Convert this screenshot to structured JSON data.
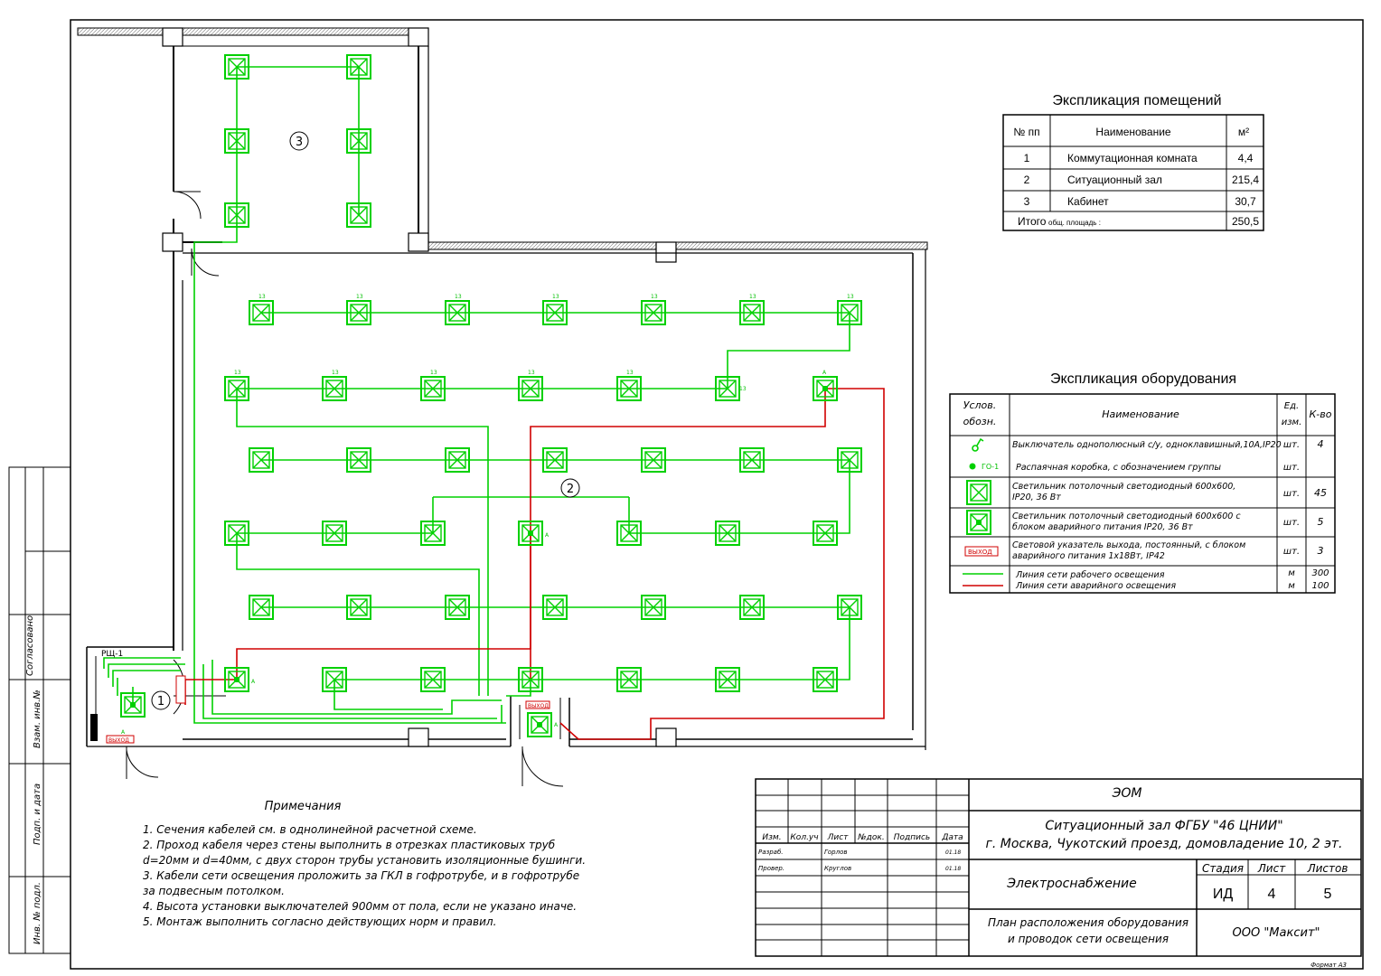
{
  "rooms_table": {
    "title": "Экспликация помещений",
    "headers": [
      "№ пп",
      "Наименование",
      "м²"
    ],
    "rows": [
      {
        "num": "1",
        "name": "Коммутационная комната",
        "area": "4,4"
      },
      {
        "num": "2",
        "name": "Ситуационный зал",
        "area": "215,4"
      },
      {
        "num": "3",
        "name": "Кабинет",
        "area": "30,7"
      }
    ],
    "total_label": "Итого",
    "total_sub": "общ. площадь :",
    "total_value": "250,5"
  },
  "equipment_table": {
    "title": "Экспликация оборудования",
    "headers": {
      "symbol_1": "Услов.",
      "symbol_2": "обозн.",
      "name": "Наименование",
      "unit_1": "Ед.",
      "unit_2": "изм.",
      "qty": "К-во"
    },
    "rows": [
      {
        "name": "Выключатель однополюсный с/у, одноклавишный,10А,IP20",
        "unit": "шт.",
        "qty": "4"
      },
      {
        "name": "Распаячная коробка, с обозначением группы",
        "unit": "шт.",
        "qty": "",
        "symbol_label": "ГО-1"
      },
      {
        "name_1": "Светильник потолочный светодиодный 600х600,",
        "name_2": "IP20, 36 Вт",
        "unit": "шт.",
        "qty": "45"
      },
      {
        "name_1": "Светильник потолочный светодиодный 600х600 с",
        "name_2": "блоком аварийного питания IP20, 36 Вт",
        "unit": "шт.",
        "qty": "5"
      },
      {
        "name_1": "Световой указатель выхода, постоянный, с блоком",
        "name_2": "аварийного питания 1х18Вт, IP42",
        "unit": "шт.",
        "qty": "3",
        "symbol_label": "ВЫХОД"
      },
      {
        "name_1": "Линия сети рабочего освещения",
        "name_2": "Линия сети аварийного освещения",
        "unit_1": "м",
        "unit_2": "м",
        "qty_1": "300",
        "qty_2": "100"
      }
    ]
  },
  "notes": {
    "title": "Примечания",
    "lines": [
      "1. Сечения кабелей см. в однолинейной расчетной схеме.",
      "2. Проход кабеля через стены выполнить в отрезках пластиковых труб",
      "d=20мм и d=40мм, с двух сторон трубы установить изоляционные бушинги.",
      "3. Кабели сети освещения проложить за ГКЛ в гофротрубе, и в гофротрубе",
      "за подвесным потолком.",
      "4. Высота установки выключателей 900мм от пола, если не указано иначе.",
      "5. Монтаж выполнить согласно действующих норм и правил."
    ]
  },
  "title_block": {
    "code": "ЭОМ",
    "project_1": "Ситуационный зал ФГБУ \"46 ЦНИИ\"",
    "project_2": "г. Москва, Чукотский проезд, домовладение 10, 2 эт.",
    "section": "Электроснабжение",
    "sheet_title_1": "План расположения оборудования",
    "sheet_title_2": "и проводок сети освещения",
    "company": "ООО \"Максит\"",
    "stage_label": "Стадия",
    "sheet_label": "Лист",
    "sheets_label": "Листов",
    "stage": "ИД",
    "sheet": "4",
    "sheets": "5",
    "rev_headers": [
      "Изм.",
      "Кол.уч",
      "Лист",
      "№док.",
      "Подпись",
      "Дата"
    ],
    "people": [
      {
        "role": "Разраб.",
        "name": "Горлов",
        "date": "01.18"
      },
      {
        "role": "Провер.",
        "name": "Круглов",
        "date": "01.18"
      }
    ],
    "format": "Формат А3"
  },
  "side_stamps": [
    "Согласовано",
    "Взам. инв.№",
    "Подп. и дата",
    "Инв. № подл."
  ],
  "plan": {
    "room_numbers": [
      "3",
      "2",
      "1"
    ],
    "panel_label": "РЩ-1",
    "exit_sign": "ВЫХОД",
    "emergency_mark": "А",
    "fixture_label": "13"
  },
  "colors": {
    "working_line": "#00d000",
    "emergency_line": "#d00000",
    "walls": "#000000"
  }
}
